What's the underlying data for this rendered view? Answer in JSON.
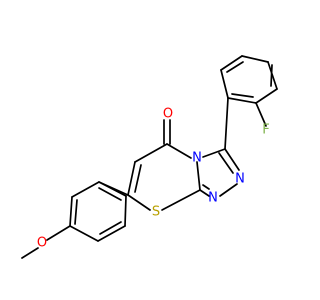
{
  "molecule": {
    "atoms": {
      "oxygen_carbonyl": "O",
      "nitrogen_ring": "N",
      "nitrogen_triazole_a": "N",
      "nitrogen_triazole_b": "N",
      "sulfur": "S",
      "fluorine": "F",
      "oxygen_methoxy": "O"
    },
    "colors": {
      "bond": "#000000",
      "O": "#ff0000",
      "N": "#0000ff",
      "S": "#b8a000",
      "F": "#7fb34c"
    }
  }
}
